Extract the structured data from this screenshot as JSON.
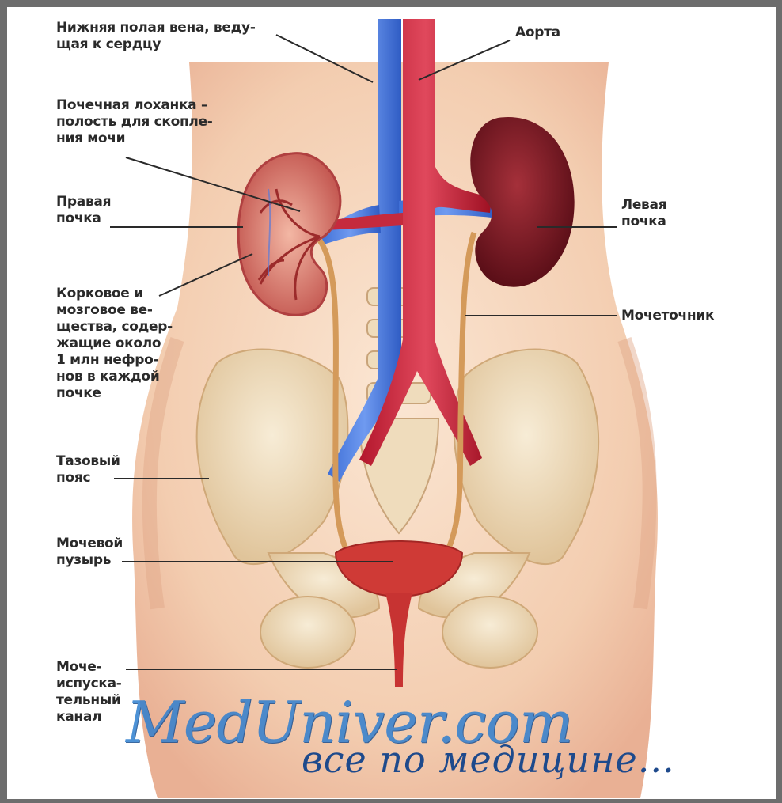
{
  "labels": {
    "ivc": [
      "Нижняя полая вена, веду-",
      "щая к сердцу"
    ],
    "aorta": [
      "Аорта"
    ],
    "pelvis": [
      "Почечная  лоханка –",
      "полость для скопле-",
      "ния мочи"
    ],
    "right_kidney": [
      "Правая",
      "почка"
    ],
    "left_kidney": [
      "Левая",
      "почка"
    ],
    "cortex": [
      "Корковое и",
      "мозговое ве-",
      "щества, содер-",
      "жащие около",
      "1 млн нефро-",
      "нов в каждой",
      "почке"
    ],
    "ureter": [
      "Мочеточник"
    ],
    "pelvic_girdle": [
      "Тазовый",
      "пояс"
    ],
    "bladder": [
      "Мочевой",
      "пузырь"
    ],
    "urethra": [
      "Моче-",
      "испуска-",
      "тельный",
      "канал"
    ]
  },
  "watermark": {
    "site": "MedUniver.com",
    "tagline": "все по медицине..."
  }
}
